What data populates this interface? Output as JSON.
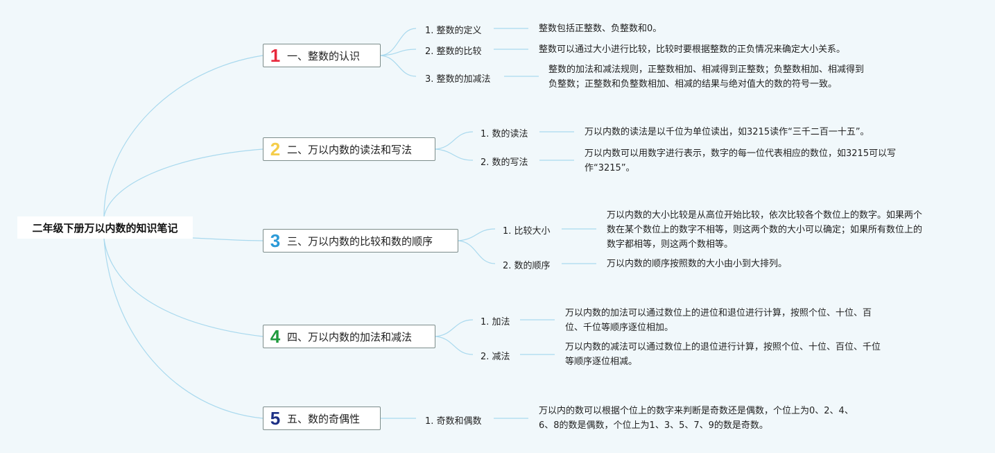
{
  "root": {
    "title": "二年级下册万以内数的知识笔记"
  },
  "colors": {
    "line": "#a9d9ee",
    "n1": "#e8283c",
    "n2": "#f5cd4a",
    "n3": "#2b9ad8",
    "n4": "#1f9a3d",
    "n5": "#1c2f85"
  },
  "branches": [
    {
      "num": "1",
      "label": "一、整数的认识",
      "items": [
        {
          "label": "1. 整数的定义",
          "detail": "整数包括正整数、负整数和0。"
        },
        {
          "label": "2. 整数的比较",
          "detail": "整数可以通过大小进行比较，比较时要根据整数的正负情况来确定大小关系。"
        },
        {
          "label": "3. 整数的加减法",
          "detail_lines": [
            "整数的加法和减法规则，正整数相加、相减得到正整数；负整数相加、相减得到",
            "负整数；正整数和负整数相加、相减的结果与绝对值大的数的符号一致。"
          ]
        }
      ]
    },
    {
      "num": "2",
      "label": "二、万以内数的读法和写法",
      "items": [
        {
          "label": "1. 数的读法",
          "detail": "万以内数的读法是以千位为单位读出，如3215读作“三千二百一十五”。"
        },
        {
          "label": "2. 数的写法",
          "detail_lines": [
            "万以内数可以用数字进行表示，数字的每一位代表相应的数位，如3215可以写",
            "作“3215”。"
          ]
        }
      ]
    },
    {
      "num": "3",
      "label": "三、万以内数的比较和数的顺序",
      "items": [
        {
          "label": "1. 比较大小",
          "detail_lines": [
            "万以内数的大小比较是从高位开始比较，依次比较各个数位上的数字。如果两个",
            "数在某个数位上的数字不相等，则这两个数的大小可以确定；如果所有数位上的",
            "数字都相等，则这两个数相等。"
          ]
        },
        {
          "label": "2. 数的顺序",
          "detail": "万以内数的顺序按照数的大小由小到大排列。"
        }
      ]
    },
    {
      "num": "4",
      "label": "四、万以内数的加法和减法",
      "items": [
        {
          "label": "1. 加法",
          "detail_lines": [
            "万以内数的加法可以通过数位上的进位和退位进行计算，按照个位、十位、百",
            "位、千位等顺序逐位相加。"
          ]
        },
        {
          "label": "2. 减法",
          "detail_lines": [
            "万以内数的减法可以通过数位上的退位进行计算，按照个位、十位、百位、千位",
            "等顺序逐位相减。"
          ]
        }
      ]
    },
    {
      "num": "5",
      "label": "五、数的奇偶性",
      "items": [
        {
          "label": "1. 奇数和偶数",
          "detail_lines": [
            "万以内的数可以根据个位上的数字来判断是奇数还是偶数，个位上为0、2、4、",
            "6、8的数是偶数，个位上为1、3、5、7、9的数是奇数。"
          ]
        }
      ]
    }
  ]
}
